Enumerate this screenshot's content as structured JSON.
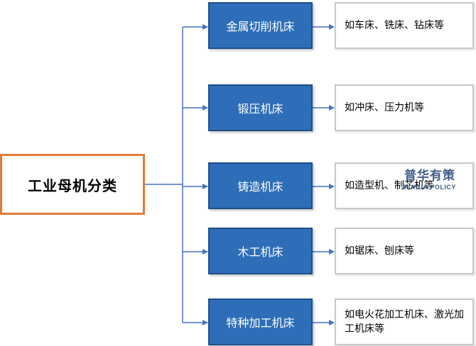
{
  "root": {
    "label": "工业母机分类"
  },
  "categories": [
    {
      "label": "金属切削机床",
      "description": "如车床、铣床、钻床等"
    },
    {
      "label": "锻压机床",
      "description": "如冲床、压力机等"
    },
    {
      "label": "铸造机床",
      "description": "如造型机、制芯机等"
    },
    {
      "label": "木工机床",
      "description": "如锯床、刨床等"
    },
    {
      "label": "特种加工机床",
      "description": "如电火花加工机床、激光加工机床等"
    }
  ],
  "watermark": {
    "zh": "普华有策",
    "en": "PUHUA POLICY"
  },
  "colors": {
    "root_border": "#e07b39",
    "category_fill": "#2e6eb8",
    "connector": "#4472c4"
  }
}
